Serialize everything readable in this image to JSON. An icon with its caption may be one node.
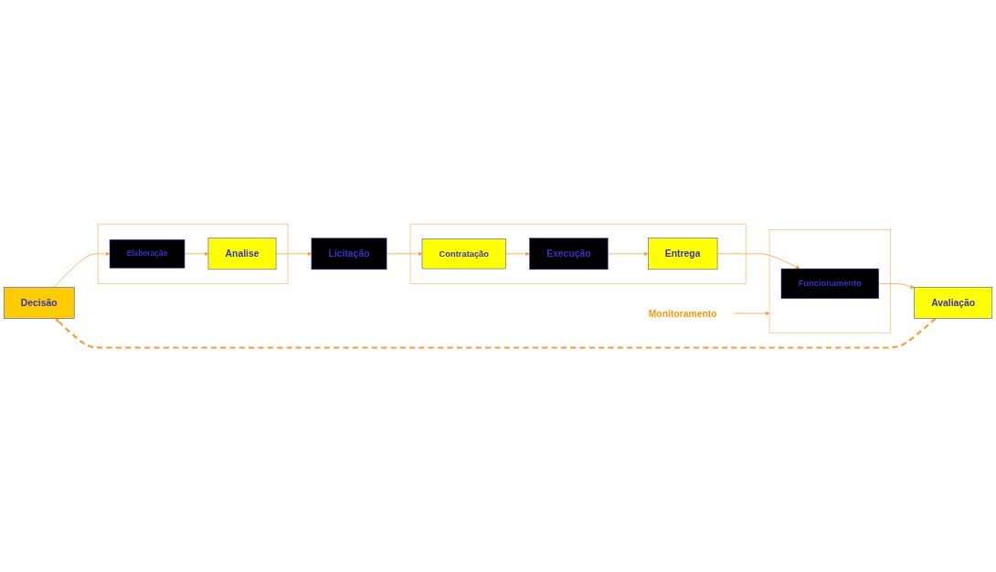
{
  "diagram": {
    "nodes": [
      {
        "text": [
          "Decisão"
        ]
      },
      {
        "text": [],
        "shape": "box"
      },
      {
        "text": [
          "Elaboração"
        ],
        "in": 1
      },
      {
        "text": [
          "Analise"
        ],
        "in": 1
      },
      {
        "text": [
          "Licitação"
        ]
      },
      {
        "text": [],
        "shape": "box"
      },
      {
        "text": [
          "Contratação"
        ],
        "in": 5
      },
      {
        "text": [
          "Execução"
        ],
        "in": 5
      },
      {
        "text": [
          "Entrega"
        ],
        "in": 5
      },
      {
        "text": [
          "Monitoramento"
        ]
      },
      {
        "text": [],
        "shape": "box"
      },
      {
        "text": [
          "Funcionamento"
        ],
        "in": 10
      },
      {
        "text": [
          "Avaliação"
        ]
      }
    ],
    "edges": [
      {
        "from": 0,
        "to": 2,
        "arrow": "to"
      },
      {
        "from": 2,
        "to": 3,
        "arrow": "to"
      },
      {
        "from": 3,
        "to": 4,
        "arrow": "to"
      },
      {
        "from": 4,
        "to": 6,
        "arrow": "to"
      },
      {
        "from": 6,
        "to": 7,
        "arrow": "to"
      },
      {
        "from": 7,
        "to": 8,
        "arrow": "to"
      },
      {
        "from": 8,
        "to": 11,
        "arrow": "to"
      },
      {
        "from": 9,
        "to": 10,
        "arrow": "to"
      },
      {
        "from": 11,
        "to": 12,
        "arrow": "to"
      },
      {
        "from": 12,
        "to": 0,
        "arrow": "to",
        "style": "dashed"
      }
    ]
  }
}
